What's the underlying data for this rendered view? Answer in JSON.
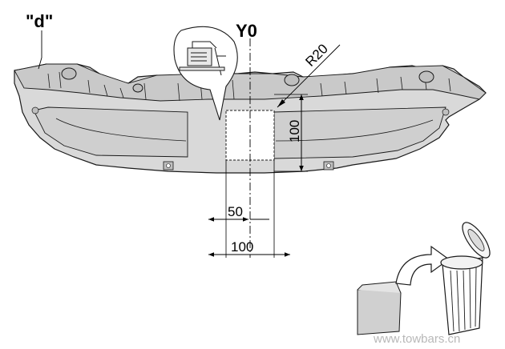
{
  "labels": {
    "part_id": "\"d\"",
    "axis": "Y0",
    "radius": "R20",
    "height_dim": "100",
    "half_width_dim": "50",
    "width_dim": "100"
  },
  "watermark": "www.towbars.cn",
  "icons": {
    "inset": "jigsaw-icon",
    "corner": "recycle-bin-icon"
  },
  "colors": {
    "body_fill": "#d9d9d9",
    "body_shadow": "#bfbfbf",
    "outline": "#1a1a1a",
    "watermark": "#b8b8b8"
  }
}
